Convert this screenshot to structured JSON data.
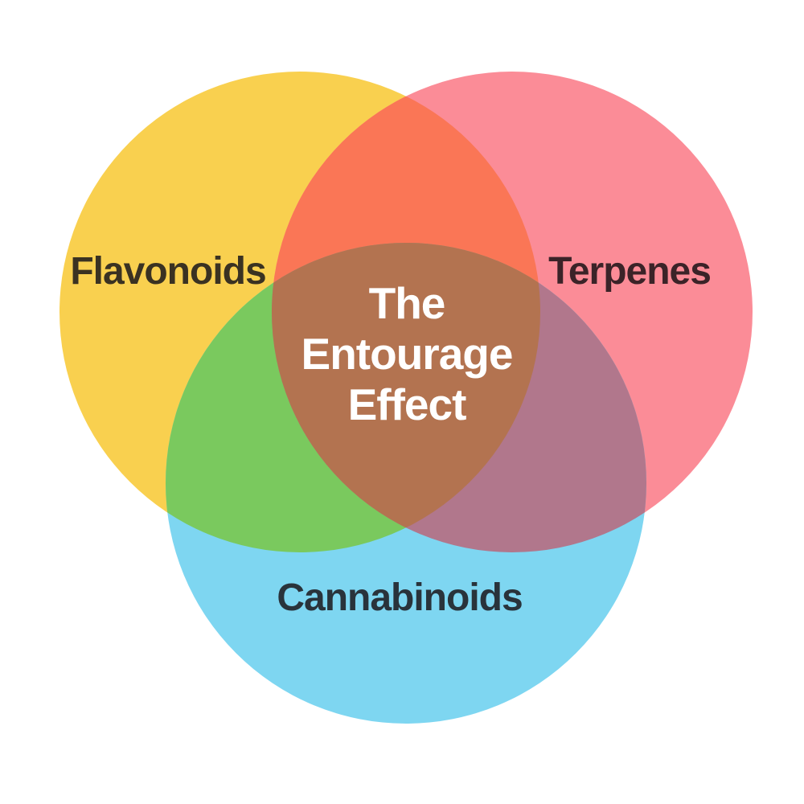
{
  "diagram": {
    "type": "venn",
    "background": "#ffffff",
    "title": {
      "lines": [
        "The",
        "Entourage",
        "Effect"
      ],
      "color": "#ffffff"
    },
    "sets": [
      {
        "id": "flavonoids",
        "label": "Flavonoids",
        "color": "#F9D04F",
        "label_color": "#3A3222"
      },
      {
        "id": "terpenes",
        "label": "Terpenes",
        "color": "#FB8C97",
        "label_color": "#3B2328"
      },
      {
        "id": "cannabinoids",
        "label": "Cannabinoids",
        "color": "#7ED6F1",
        "label_color": "#29333B"
      }
    ],
    "overlaps": {
      "flavonoids_terpenes": "#FA7656",
      "flavonoids_cannabinoids": "#7AC95E",
      "terpenes_cannabinoids": "#B1778C",
      "center": "#B37350"
    }
  }
}
